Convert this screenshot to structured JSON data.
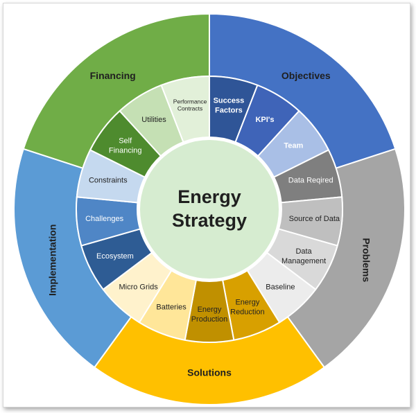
{
  "diagram": {
    "center_title": [
      "Energy",
      "Strategy"
    ],
    "colors": {
      "center": "#d6ecd0",
      "border": "#ffffff"
    },
    "outer": [
      {
        "label": "Objectives",
        "color": "#4472c4"
      },
      {
        "label": "Problems",
        "color": "#a5a5a5"
      },
      {
        "label": "Solutions",
        "color": "#ffc000"
      },
      {
        "label": "Implementation",
        "color": "#5b9bd5"
      },
      {
        "label": "Financing",
        "color": "#70ad47"
      }
    ],
    "inner": [
      {
        "label": [
          "Success",
          "Factors"
        ],
        "color": "#2f5597",
        "text": "#ffffff",
        "bold": true
      },
      {
        "label": [
          "KPI's"
        ],
        "color": "#3f64b8",
        "text": "#ffffff",
        "bold": true
      },
      {
        "label": [
          "Team"
        ],
        "color": "#a9bfe6",
        "text": "#ffffff",
        "bold": true
      },
      {
        "label": [
          "Data Reqired"
        ],
        "color": "#7f7f7f",
        "text": "#ffffff"
      },
      {
        "label": [
          "Source of Data"
        ],
        "color": "#bfbfbf",
        "text": "#222222"
      },
      {
        "label": [
          "Data",
          "Management"
        ],
        "color": "#d9d9d9",
        "text": "#222222"
      },
      {
        "label": [
          "Baseline"
        ],
        "color": "#ececec",
        "text": "#222222"
      },
      {
        "label": [
          "Energy",
          "Reduction"
        ],
        "color": "#d8a000",
        "text": "#222222"
      },
      {
        "label": [
          "Energy",
          "Production"
        ],
        "color": "#c09000",
        "text": "#222222"
      },
      {
        "label": [
          "Batteries"
        ],
        "color": "#ffe699",
        "text": "#222222"
      },
      {
        "label": [
          "Micro Grids"
        ],
        "color": "#fff2cc",
        "text": "#222222"
      },
      {
        "label": [
          "Ecosystem"
        ],
        "color": "#2e5c94",
        "text": "#ffffff"
      },
      {
        "label": [
          "Challenges"
        ],
        "color": "#4f86c6",
        "text": "#ffffff"
      },
      {
        "label": [
          "Constraints"
        ],
        "color": "#c5d9ef",
        "text": "#222222"
      },
      {
        "label": [
          "Self",
          "Financing"
        ],
        "color": "#4e8b2e",
        "text": "#ffffff"
      },
      {
        "label": [
          "Utilities"
        ],
        "color": "#c5e0b4",
        "text": "#222222"
      },
      {
        "label": [
          "Performance",
          "Contracts"
        ],
        "color": "#e2f0d9",
        "text": "#222222",
        "small": true
      }
    ]
  }
}
